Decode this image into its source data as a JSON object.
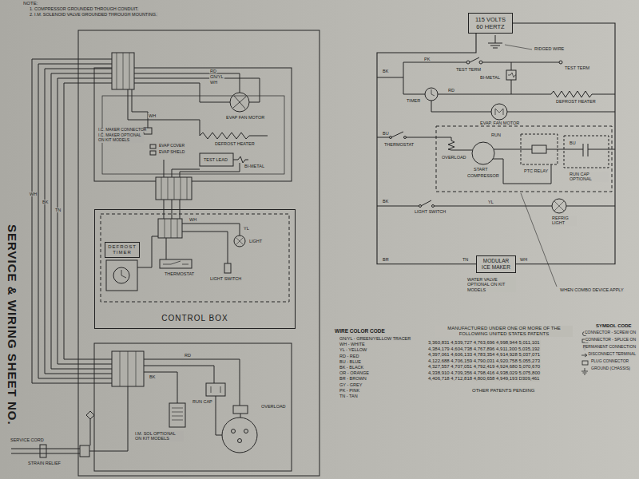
{
  "diagram": {
    "nodes": [
      {
        "text": [
          "115 VOLTS 60 HERTZ"
        ]
      },
      {
        "text": [
          "CONTROL BOX"
        ]
      },
      {
        "text": [
          "DEFROST TIMER"
        ],
        "in": 1
      },
      {
        "text": [
          "MODULAR ICE MAKER"
        ]
      }
    ],
    "edges": [
      {
        "from": 0,
        "to": 3,
        "arrow": "none"
      },
      {
        "from": 0,
        "to": 3,
        "arrow": "none"
      }
    ],
    "labels": [
      "NOTE:",
      "1. COMPRESSOR GROUNDED THROUGH CONDUIT.",
      "2. I.M. SOLENOID VALVE GROUNDED THROUGH MOUNTING.",
      "RD",
      "GN/YL",
      "WH",
      "EVAP FAN MOTOR",
      "WH",
      "DEFROST HEATER",
      "I.C. MAKER CONNECTOR",
      "I.C. MAKER OPTIONAL ON KIT MODELS",
      "EVAP COVER",
      "EVAP SHIELD",
      "TEST LEAD",
      "BI-METAL",
      "LIGHT",
      "LIGHT SWITCH",
      "THERMOSTAT",
      "YL",
      "WH",
      "I.M. SOL OPTIONAL ON KIT MODELS",
      "RUN CAP",
      "OVERLOAD",
      "RD",
      "BK",
      "SERVICE CORD",
      "STRAIN RELIEF",
      "SERVICE & WIRING SHEET NO.",
      "WH",
      "BK",
      "TN",
      "RIDGED WIRE",
      "BK",
      "PK",
      "TEST TERM",
      "BI-METAL",
      "TEST TERM",
      "TIMER",
      "RD",
      "DEFROST HEATER",
      "EVAP. FAN MOTOR",
      "BU",
      "THERMOSTAT",
      "OVERLOAD",
      "RUN",
      "START",
      "COMPRESSOR",
      "PTC RELAY",
      "BU",
      "RUN CAP OPTIONAL",
      "BK",
      "YL",
      "LIGHT SWITCH",
      "REFRIG LIGHT",
      "BR",
      "TN",
      "WH",
      "WATER VALVE OPTIONAL ON KIT MODELS",
      "WHEN COMBO DEVICE APPLY",
      "WIRE COLOR CODE",
      "GN/YL - GREEN/YELLOW TRACER",
      "WH - WHITE",
      "YL - YELLOW",
      "RD - RED",
      "BU - BLUE",
      "BK - BLACK",
      "OR - ORANGE",
      "BR - BROWN",
      "GY - GREY",
      "PK - PINK",
      "TN - TAN",
      "MANUFACTURED UNDER ONE OR MORE OF THE FOLLOWING UNITED STATES PATENTS",
      "3,360,831 4,539,727 4,763,696 4,998,944 5,011,101",
      "4,384,179 4,604,738 4,767,896 4,911,300 5,035,192",
      "4,397,061 4,606,133 4,783,354 4,914,928 5,037,071",
      "4,122,688 4,706,159 4,790,031 4,920,758 5,055,273",
      "4,327,557 4,707,051 4,792,419 4,924,680 5,070,670",
      "4,338,910 4,709,356 4,798,416 4,938,029 5,075,800",
      "4,406,718 4,712,818 4,800,658 4,949,193 D309,461",
      "OTHER PATENTS PENDING",
      "SYMBOL CODE",
      "CONNECTOR - SCREW ON",
      "CONNECTOR - SPLICE ON",
      "PERMANENT CONNECTION",
      "DISCONNECT TERMINAL",
      "PLUG CONNECTOR",
      "GROUND (CHASSIS)"
    ]
  }
}
